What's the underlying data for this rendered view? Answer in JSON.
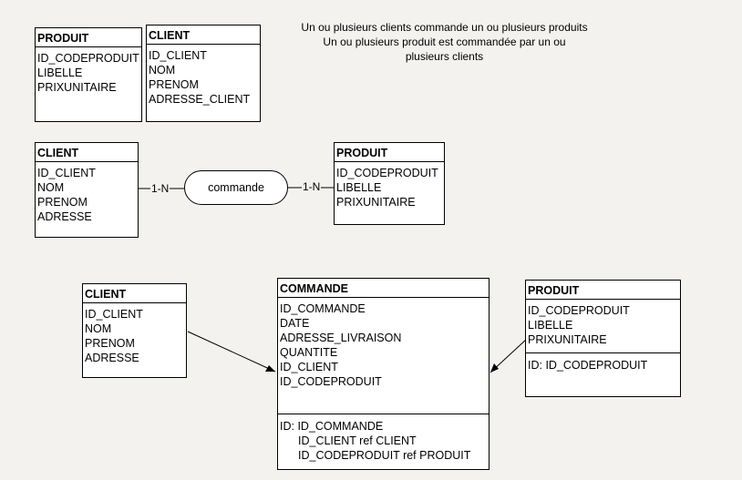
{
  "note": {
    "line1": "Un ou plusieurs clients commande un ou plusieurs produits",
    "line2": "Un ou plusieurs produit est commandée par un ou plusieurs clients"
  },
  "top_produit": {
    "title": "PRODUIT",
    "attributes": [
      "ID_CODEPRODUIT",
      "LIBELLE",
      "PRIXUNITAIRE"
    ]
  },
  "top_client": {
    "title": "CLIENT",
    "attributes": [
      "ID_CLIENT",
      "NOM",
      "PRENOM",
      "ADRESSE_CLIENT"
    ]
  },
  "mcd": {
    "client": {
      "title": "CLIENT",
      "attributes": [
        "ID_CLIENT",
        "NOM",
        "PRENOM",
        "ADRESSE"
      ]
    },
    "association": "commande",
    "card_left": "1-N",
    "card_right": "1-N",
    "produit": {
      "title": "PRODUIT",
      "attributes": [
        "ID_CODEPRODUIT",
        "LIBELLE",
        "PRIXUNITAIRE"
      ]
    }
  },
  "mld": {
    "client": {
      "title": "CLIENT",
      "attributes": [
        "ID_CLIENT",
        "NOM",
        "PRENOM",
        "ADRESSE"
      ]
    },
    "commande": {
      "title": "COMMANDE",
      "attributes": [
        "ID_COMMANDE",
        "DATE",
        "ADRESSE_LIVRAISON",
        "QUANTITE",
        "ID_CLIENT",
        "ID_CODEPRODUIT"
      ],
      "identifiers": [
        "ID: ID_COMMANDE",
        "ID_CLIENT ref CLIENT",
        "ID_CODEPRODUIT ref PRODUIT"
      ]
    },
    "produit": {
      "title": "PRODUIT",
      "attributes": [
        "ID_CODEPRODUIT",
        "LIBELLE",
        "PRIXUNITAIRE"
      ],
      "identifiers": [
        "ID: ID_CODEPRODUIT"
      ]
    }
  }
}
